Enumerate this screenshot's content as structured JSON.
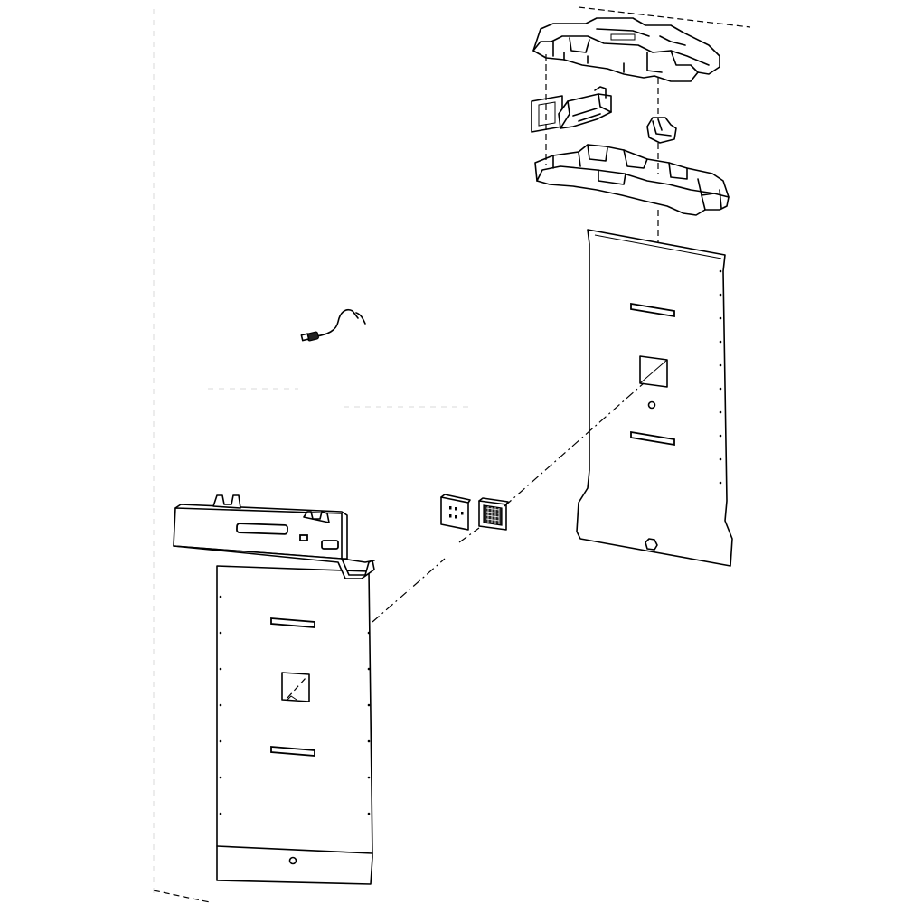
{
  "diagram": {
    "kind": "exploded-assembly",
    "line_color": "#000000",
    "background": "#ffffff",
    "parts": [
      "upper-cover-housing",
      "duct-insert",
      "small-clip",
      "lower-housing-base",
      "rear-back-panel",
      "wire-harness-connector",
      "sensor-plate",
      "vent-grille",
      "front-panel-with-top-cap"
    ]
  }
}
